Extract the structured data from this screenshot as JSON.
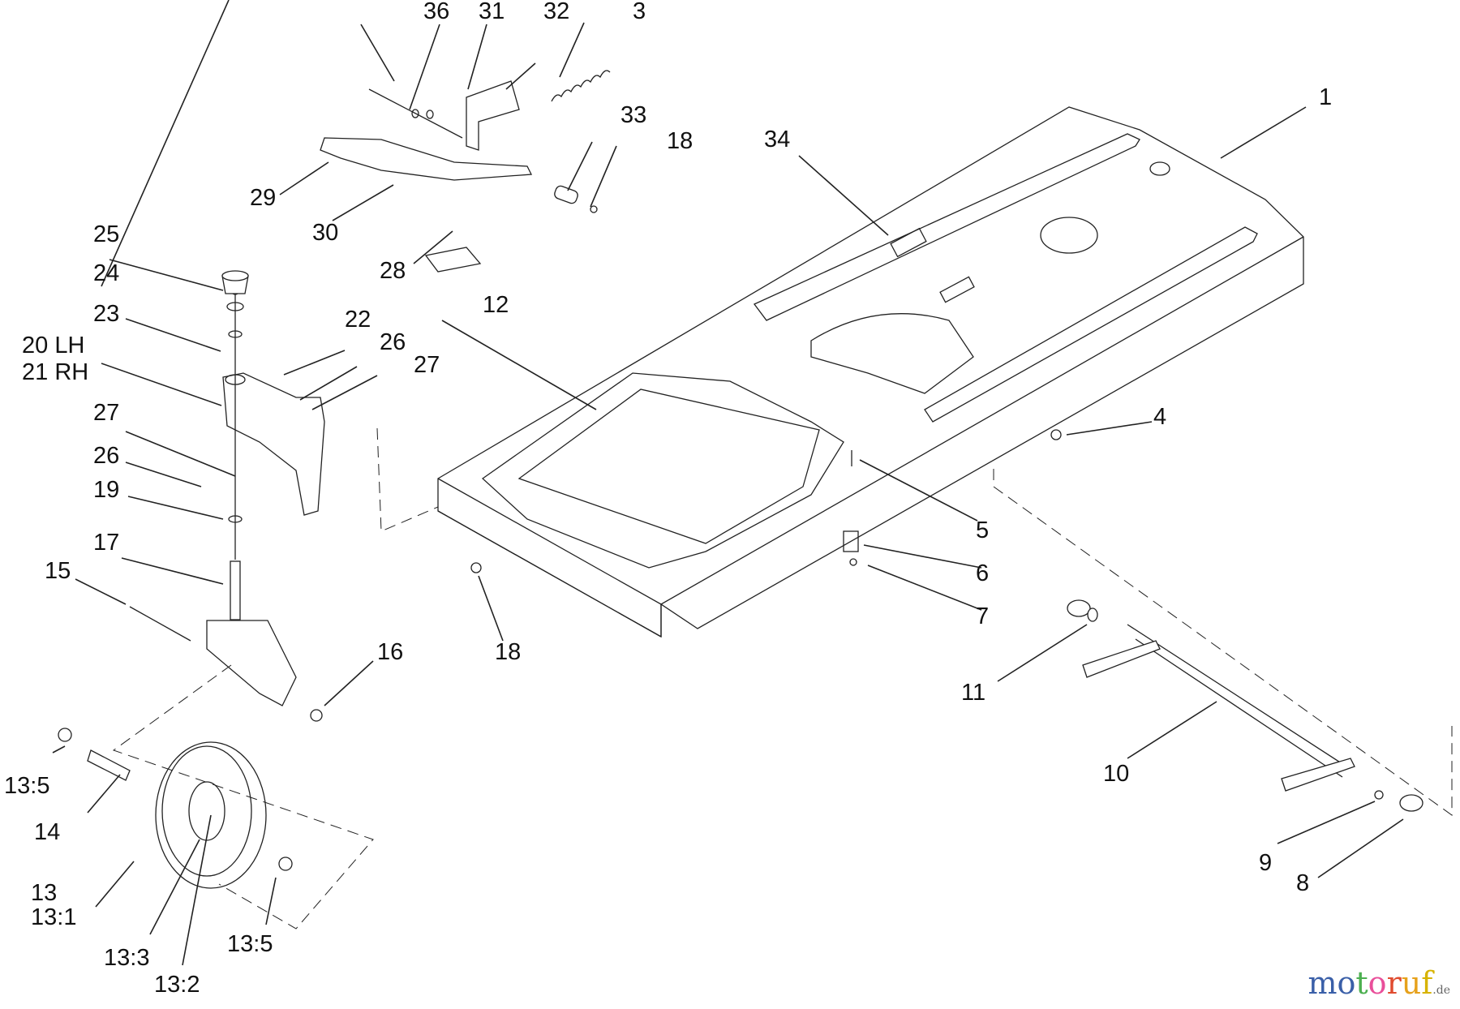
{
  "diagram": {
    "title": "Exploded parts diagram — chassis frame, front caster wheel and steering components",
    "callouts": [
      "1",
      "3",
      "4",
      "5",
      "6",
      "7",
      "8",
      "9",
      "10",
      "11",
      "12",
      "13",
      "13:1",
      "13:2",
      "13:3",
      "13:5",
      "13:5",
      "14",
      "15",
      "16",
      "17",
      "18",
      "18",
      "19",
      "20 LH",
      "21 RH",
      "22",
      "23",
      "24",
      "25",
      "26",
      "26",
      "27",
      "27",
      "28",
      "29",
      "30",
      "31",
      "32",
      "33",
      "34",
      "36"
    ],
    "labels": {
      "l1": "1",
      "l3": "3",
      "l4": "4",
      "l5": "5",
      "l6": "6",
      "l7": "7",
      "l8": "8",
      "l9": "9",
      "l10": "10",
      "l11": "11",
      "l12": "12",
      "l13": "13",
      "l13_1": "13:1",
      "l13_2": "13:2",
      "l13_3": "13:3",
      "l13_5a": "13:5",
      "l13_5b": "13:5",
      "l14": "14",
      "l15": "15",
      "l16": "16",
      "l17": "17",
      "l18a": "18",
      "l18b": "18",
      "l19": "19",
      "l20": "20 LH",
      "l21": "21 RH",
      "l22": "22",
      "l23": "23",
      "l24": "24",
      "l25": "25",
      "l26a": "26",
      "l26b": "26",
      "l27a": "27",
      "l27b": "27",
      "l28": "28",
      "l29": "29",
      "l30": "30",
      "l31": "31",
      "l32": "32",
      "l33": "33",
      "l34": "34",
      "l36": "36"
    }
  },
  "watermark": {
    "letters": [
      "m",
      "o",
      "t",
      "o",
      "r",
      "u",
      "f"
    ],
    "suffix": ".de",
    "colors": [
      "#3a5fa8",
      "#3a5fa8",
      "#4caf50",
      "#e94f9a",
      "#e04b2f",
      "#e6a11c",
      "#d7b300"
    ]
  }
}
